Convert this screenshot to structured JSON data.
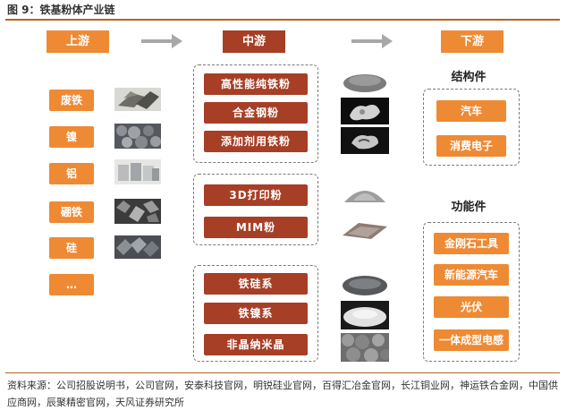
{
  "title": "图 9：铁基粉体产业链",
  "headers": {
    "upstream": "上游",
    "midstream": "中游",
    "downstream": "下游"
  },
  "upstream": [
    "废铁",
    "镍",
    "铝",
    "硼铁",
    "硅",
    "…"
  ],
  "midstream": {
    "group1": [
      "高性能纯铁粉",
      "合金钢粉",
      "添加剂用铁粉"
    ],
    "group2": [
      "3D打印粉",
      "MIM粉"
    ],
    "group3": [
      "铁硅系",
      "铁镍系",
      "非晶纳米晶"
    ]
  },
  "downstream": {
    "structural_title": "结构件",
    "structural": [
      "汽车",
      "消费电子"
    ],
    "functional_title": "功能件",
    "functional": [
      "金刚石工具",
      "新能源汽车",
      "光伏",
      "一体成型电感"
    ]
  },
  "source": "资料来源：公司招股说明书，公司官网，安泰科技官网，明锐硅业官网，百得汇冶金官网，长江铜业网，神运铁合金网，中国供应商网，辰聚精密官网，天风证券研究所",
  "colors": {
    "orange": "#ee8a33",
    "dark_red": "#a63f26",
    "rule": "#b5651d",
    "arrow": "#a8a8a8"
  },
  "icons": [
    "arrow-right-icon"
  ]
}
